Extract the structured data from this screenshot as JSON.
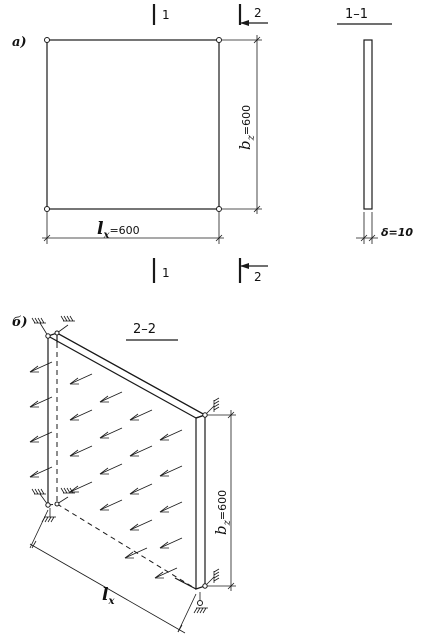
{
  "figure_a": {
    "part_label": "а)",
    "section_top_1": "1",
    "section_top_2": "2",
    "section_bottom_1": "1",
    "section_bottom_2": "2",
    "dim_lx_symbol": "l",
    "dim_lx_sub": "x",
    "dim_lx_value": "=600",
    "dim_bz_symbol": "b",
    "dim_bz_sub": "z",
    "dim_bz_value": "=600"
  },
  "section_1_1": {
    "title": "1–1",
    "thickness_label": "δ=10"
  },
  "figure_b": {
    "part_label": "б)",
    "section_title": "2–2",
    "dim_bz_symbol": "b",
    "dim_bz_sub": "z",
    "dim_bz_value": "=600",
    "dim_lx_symbol": "l",
    "dim_lx_sub": "x"
  }
}
